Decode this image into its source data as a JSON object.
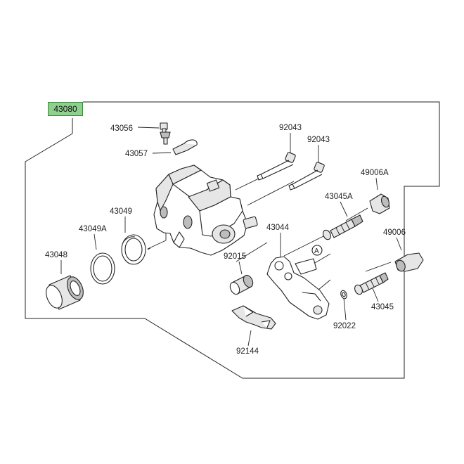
{
  "assembly": {
    "number": "43080",
    "highlight_color": "#8fd08f"
  },
  "parts": [
    {
      "key": "p43056",
      "number": "43056"
    },
    {
      "key": "p43057",
      "number": "43057"
    },
    {
      "key": "p92043a",
      "number": "92043"
    },
    {
      "key": "p92043b",
      "number": "92043"
    },
    {
      "key": "p49006A",
      "number": "49006A"
    },
    {
      "key": "p43045A",
      "number": "43045A"
    },
    {
      "key": "p43049",
      "number": "43049"
    },
    {
      "key": "p43049A",
      "number": "43049A"
    },
    {
      "key": "p43048",
      "number": "43048"
    },
    {
      "key": "p43044",
      "number": "43044"
    },
    {
      "key": "p49006",
      "number": "49006"
    },
    {
      "key": "p92015",
      "number": "92015"
    },
    {
      "key": "p43045",
      "number": "43045"
    },
    {
      "key": "p92022",
      "number": "92022"
    },
    {
      "key": "p92144",
      "number": "92144"
    }
  ],
  "reference_marker": "A"
}
